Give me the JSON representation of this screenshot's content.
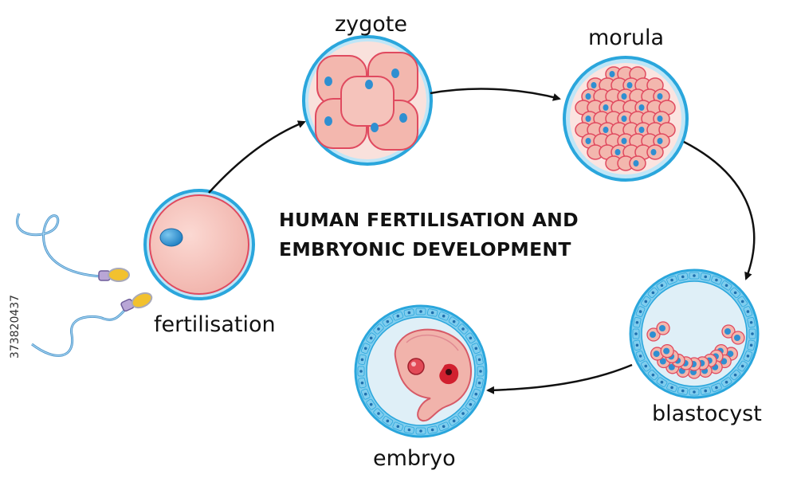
{
  "title": {
    "line1": "HUMAN FERTILISATION AND",
    "line2": "EMBRYONIC DEVELOPMENT"
  },
  "stages": {
    "fertilisation": "fertilisation",
    "zygote": "zygote",
    "morula": "morula",
    "blastocyst": "blastocyst",
    "embryo": "embryo"
  },
  "stock_id": "373820437",
  "colors": {
    "membrane": "#2aa6dc",
    "cytoplasm": "#f6c9c2",
    "cell_outline": "#e04a5f",
    "nucleus": "#3b9ed8",
    "arrow": "#111111",
    "sperm_tail": "#4a93c9",
    "sperm_head": "#f2c12e"
  }
}
